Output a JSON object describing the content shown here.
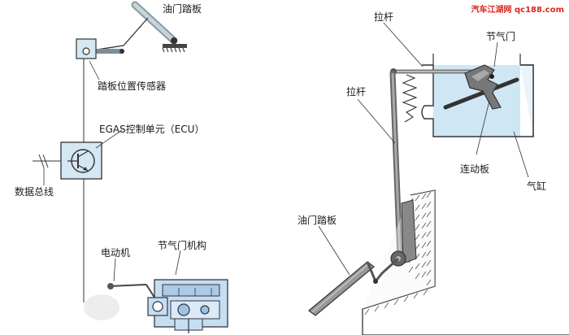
{
  "watermark": "汽车江湖网 qc188.com",
  "left_diagram": {
    "pedal_label": "油门踏板",
    "sensor_label": "踏板位置传感器",
    "ecu_label": "EGAS控制单元（ECU）",
    "bus_label": "数据总线",
    "motor_label": "电动机",
    "throttle_mech_label": "节气门机构"
  },
  "right_diagram": {
    "rod_top_label": "拉杆",
    "throttle_valve_label": "节气门",
    "rod_side_label": "拉杆",
    "link_plate_label": "连动板",
    "cylinder_label": "气缸",
    "pedal_label": "油门踏板"
  }
}
